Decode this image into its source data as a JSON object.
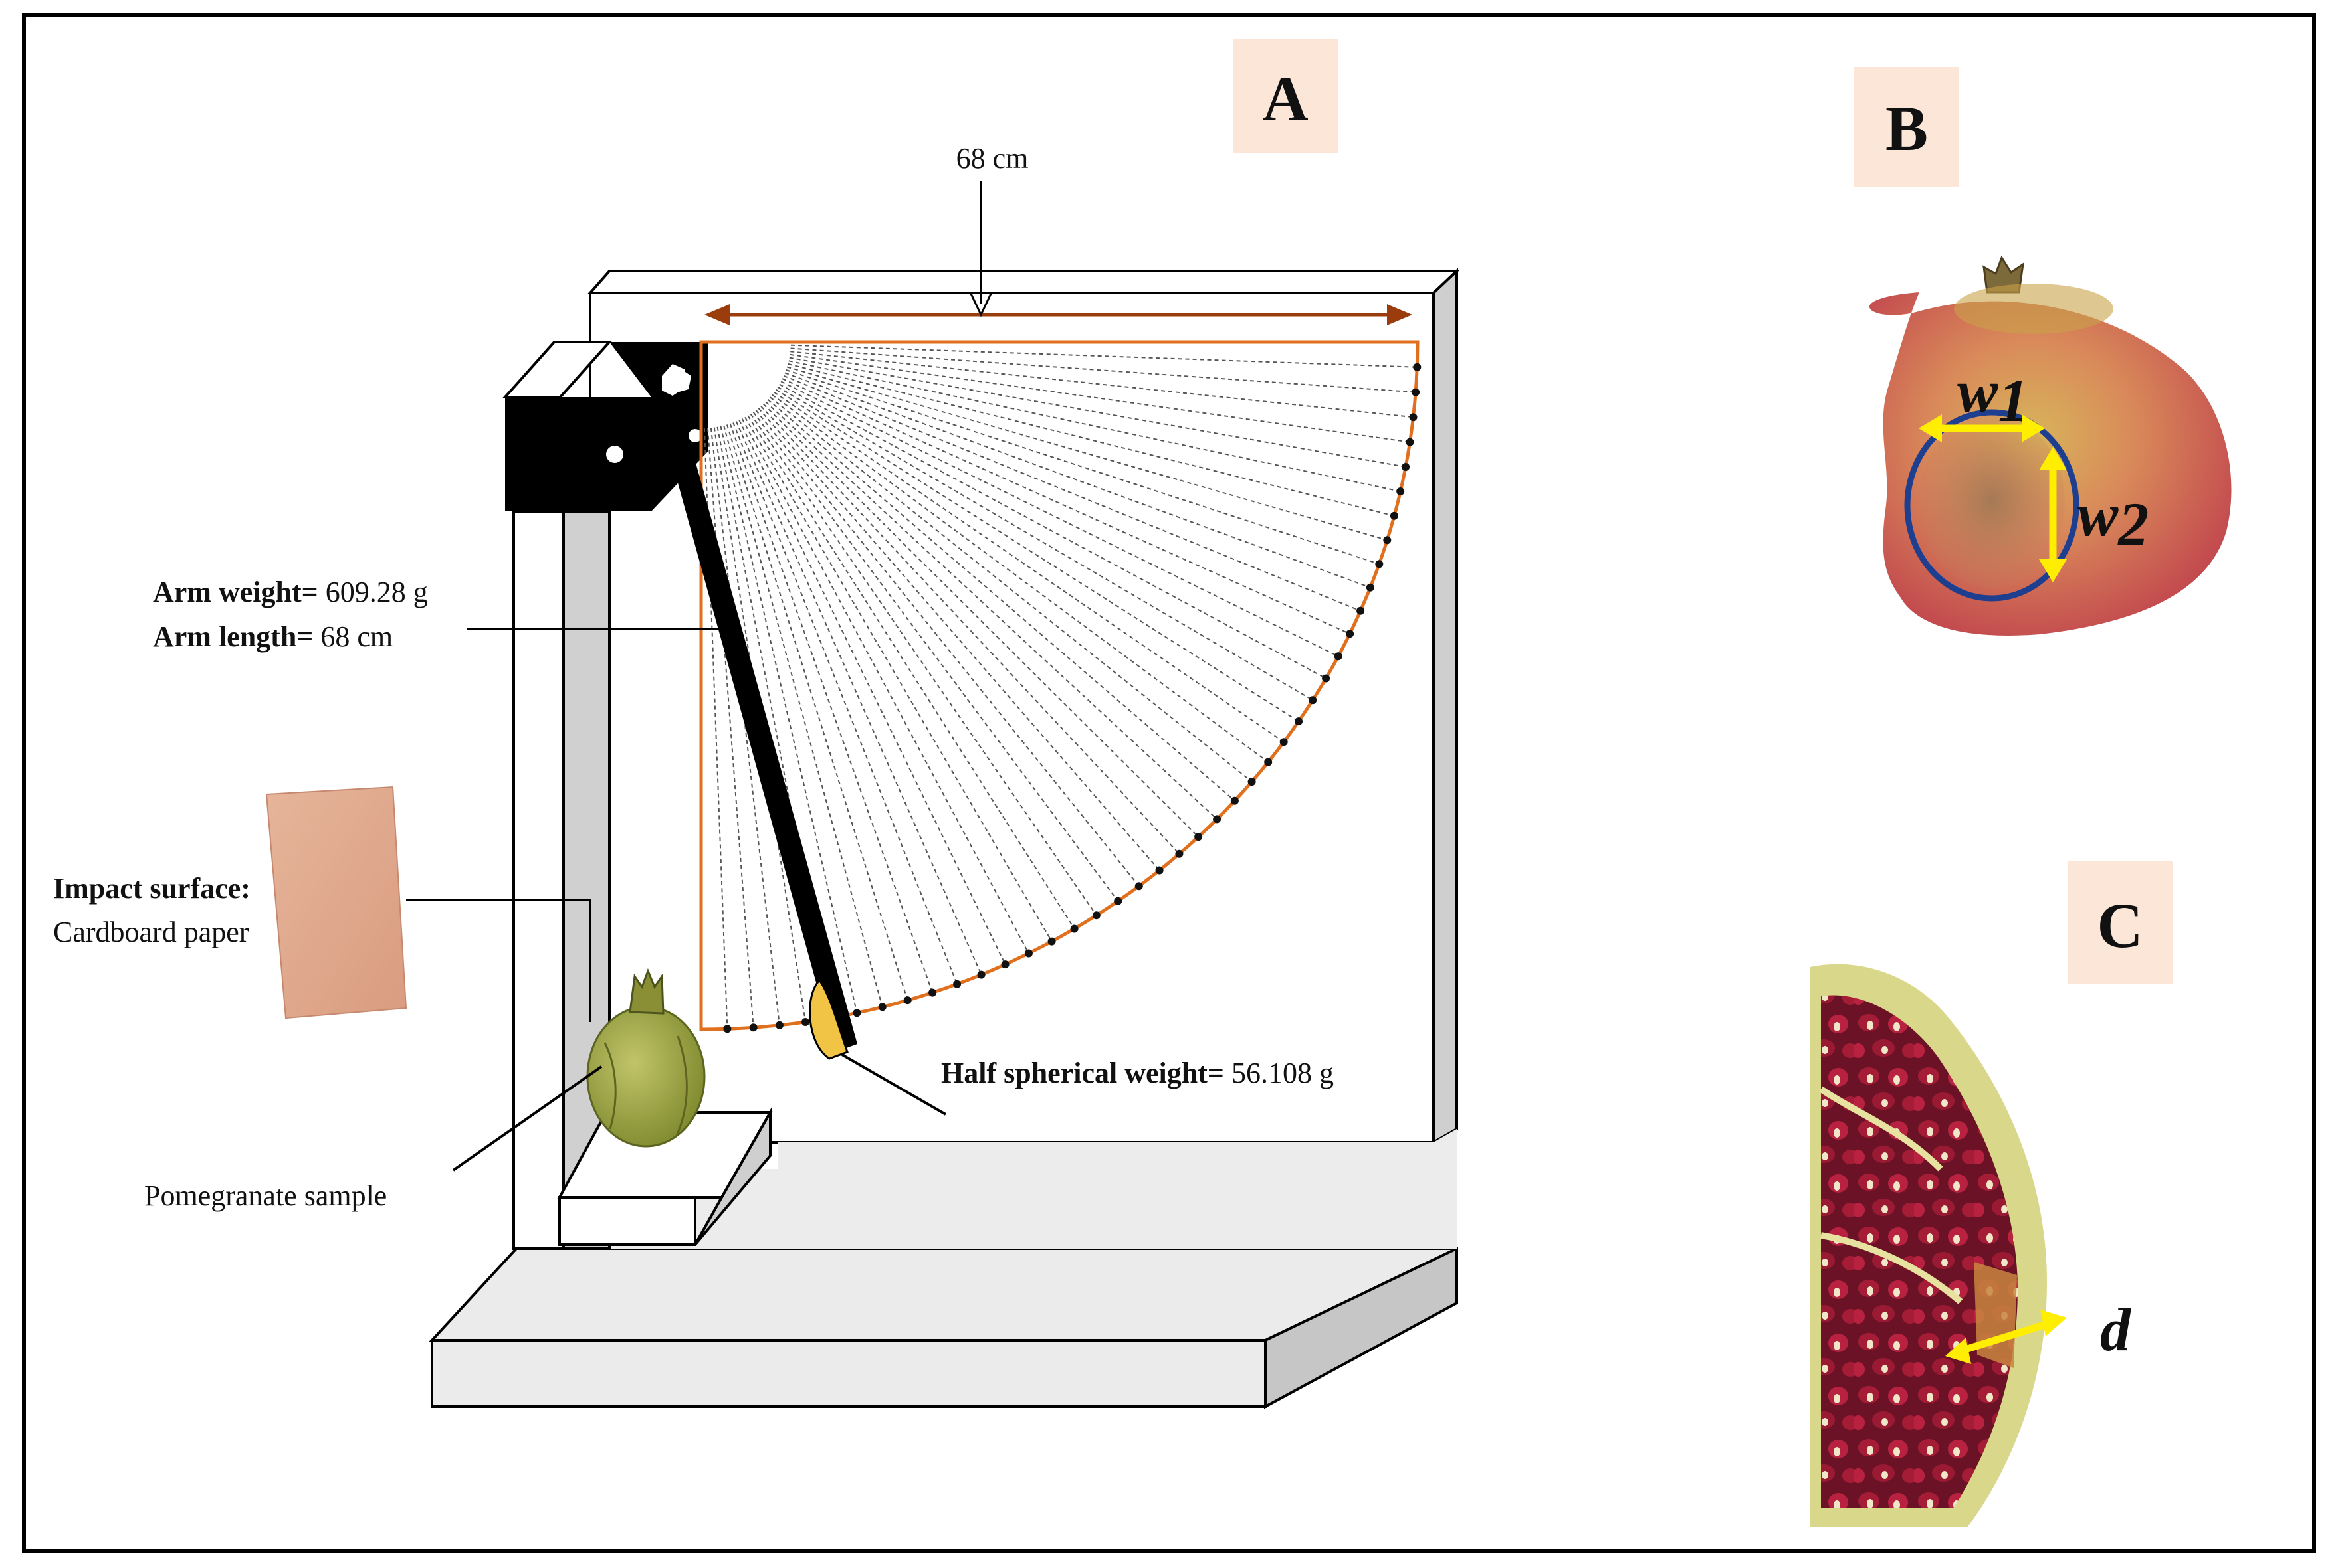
{
  "panels": {
    "a": {
      "letter": "A"
    },
    "b": {
      "letter": "B"
    },
    "c": {
      "letter": "C"
    }
  },
  "labels": {
    "span": "68 cm",
    "arm_weight_name": "Arm weight=",
    "arm_weight_value": " 609.28 g",
    "arm_length_name": "Arm length=",
    "arm_length_value": "  68 cm",
    "impact_surface_name": "Impact surface:",
    "impact_surface_value": "Cardboard paper",
    "half_spherical_name": "Half spherical weight=",
    "half_spherical_value": " 56.108 g",
    "pomegranate_sample": "Pomegranate sample"
  },
  "symbols": {
    "w1_base": "w",
    "w1_sub": "1",
    "w2_base": "w",
    "w2_sub": "2",
    "d": "d"
  },
  "colors": {
    "panel_label_bg": "#fce6d8",
    "arc_outline": "#e0701e",
    "span_arrow": "#9a3c0c",
    "measure_arrow": "#ffee00",
    "lesion_ring": "#1e3f8f",
    "arm": "#000000",
    "frame_side": "#d4d4d4",
    "half_sphere": "#f2c445"
  }
}
